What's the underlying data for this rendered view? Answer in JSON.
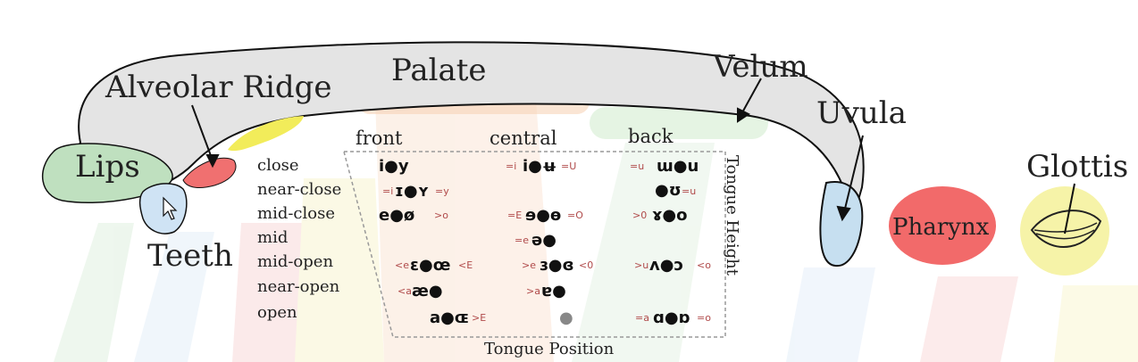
{
  "colors": {
    "palate": "#e4e4e4",
    "lips": "#bfe0bf",
    "teeth": "#cfe3f4",
    "alveolar": "#f07070",
    "yellow_patch": "#f2ec5a",
    "pharynx": "#f26a6a",
    "glottis_bg": "#f6f3a8",
    "uvula": "#c6dff0"
  },
  "labels": {
    "palate": "Palate",
    "velum": "Velum",
    "alveolar_ridge": "Alveolar Ridge",
    "lips": "Lips",
    "teeth": "Teeth",
    "uvula": "Uvula",
    "pharynx": "Pharynx",
    "glottis": "Glottis"
  },
  "vowel_chart": {
    "columns": [
      "front",
      "central",
      "back"
    ],
    "rows": [
      "close",
      "near-close",
      "mid-close",
      "mid",
      "mid-open",
      "near-open",
      "open"
    ],
    "x_axis_title": "Tongue Position",
    "y_axis_title": "Tongue Height",
    "cells": {
      "close_front": "i●y",
      "close_central": "i●ʉ",
      "close_back": "ɯ●u",
      "nearclose_front": "ɪ●ʏ",
      "nearclose_back": "●ʊ",
      "midclose_front": "e●ø",
      "midclose_central": "ɘ●ɵ",
      "midclose_back": "ɤ●o",
      "mid_central": "ə●",
      "midopen_front": "ɛ●œ",
      "midopen_central": "ɜ●ɞ",
      "midopen_back": "ʌ●ɔ",
      "nearopen_front": "æ●",
      "nearopen_central": "ɐ●",
      "open_front": "a●ɶ",
      "open_central": "●",
      "open_back": "ɑ●ɒ"
    },
    "tags": {
      "t1": "=i",
      "t2": "=U",
      "t3": "=u",
      "t4": "=i",
      "t5": "=y",
      "t6": "=u",
      "t7": ">o",
      "t8": "=E",
      "t9": "=O",
      "t10": ">0",
      "t11": "=e",
      "t12": "<e",
      "t13": "<E",
      "t14": ">e",
      "t15": "<0",
      "t16": ">u",
      "t17": "<o",
      "t18": "<a",
      "t19": ">a",
      "t20": ">E",
      "t21": "=a",
      "t22": "=o"
    }
  }
}
